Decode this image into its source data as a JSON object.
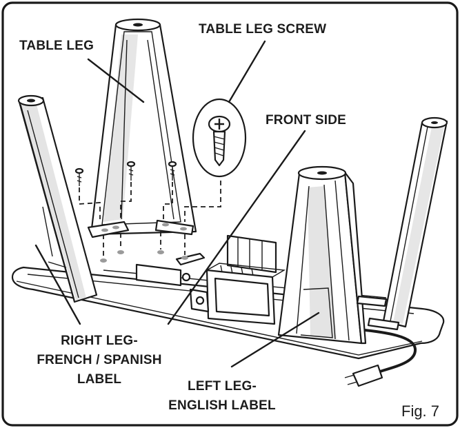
{
  "callouts": {
    "table_leg": "TABLE LEG",
    "table_leg_screw": "TABLE LEG SCREW",
    "front_side": "FRONT SIDE",
    "right_leg": [
      "RIGHT LEG-",
      "FRENCH / SPANISH",
      "LABEL"
    ],
    "left_leg": [
      "LEFT LEG-",
      "ENGLISH LABEL"
    ]
  },
  "figure_label": "Fig. 7",
  "colors": {
    "ink": "#1a1a1a",
    "paper": "#ffffff",
    "shade": "#d2d2d2"
  },
  "icons": {
    "screw": "table-leg-screw-icon"
  }
}
